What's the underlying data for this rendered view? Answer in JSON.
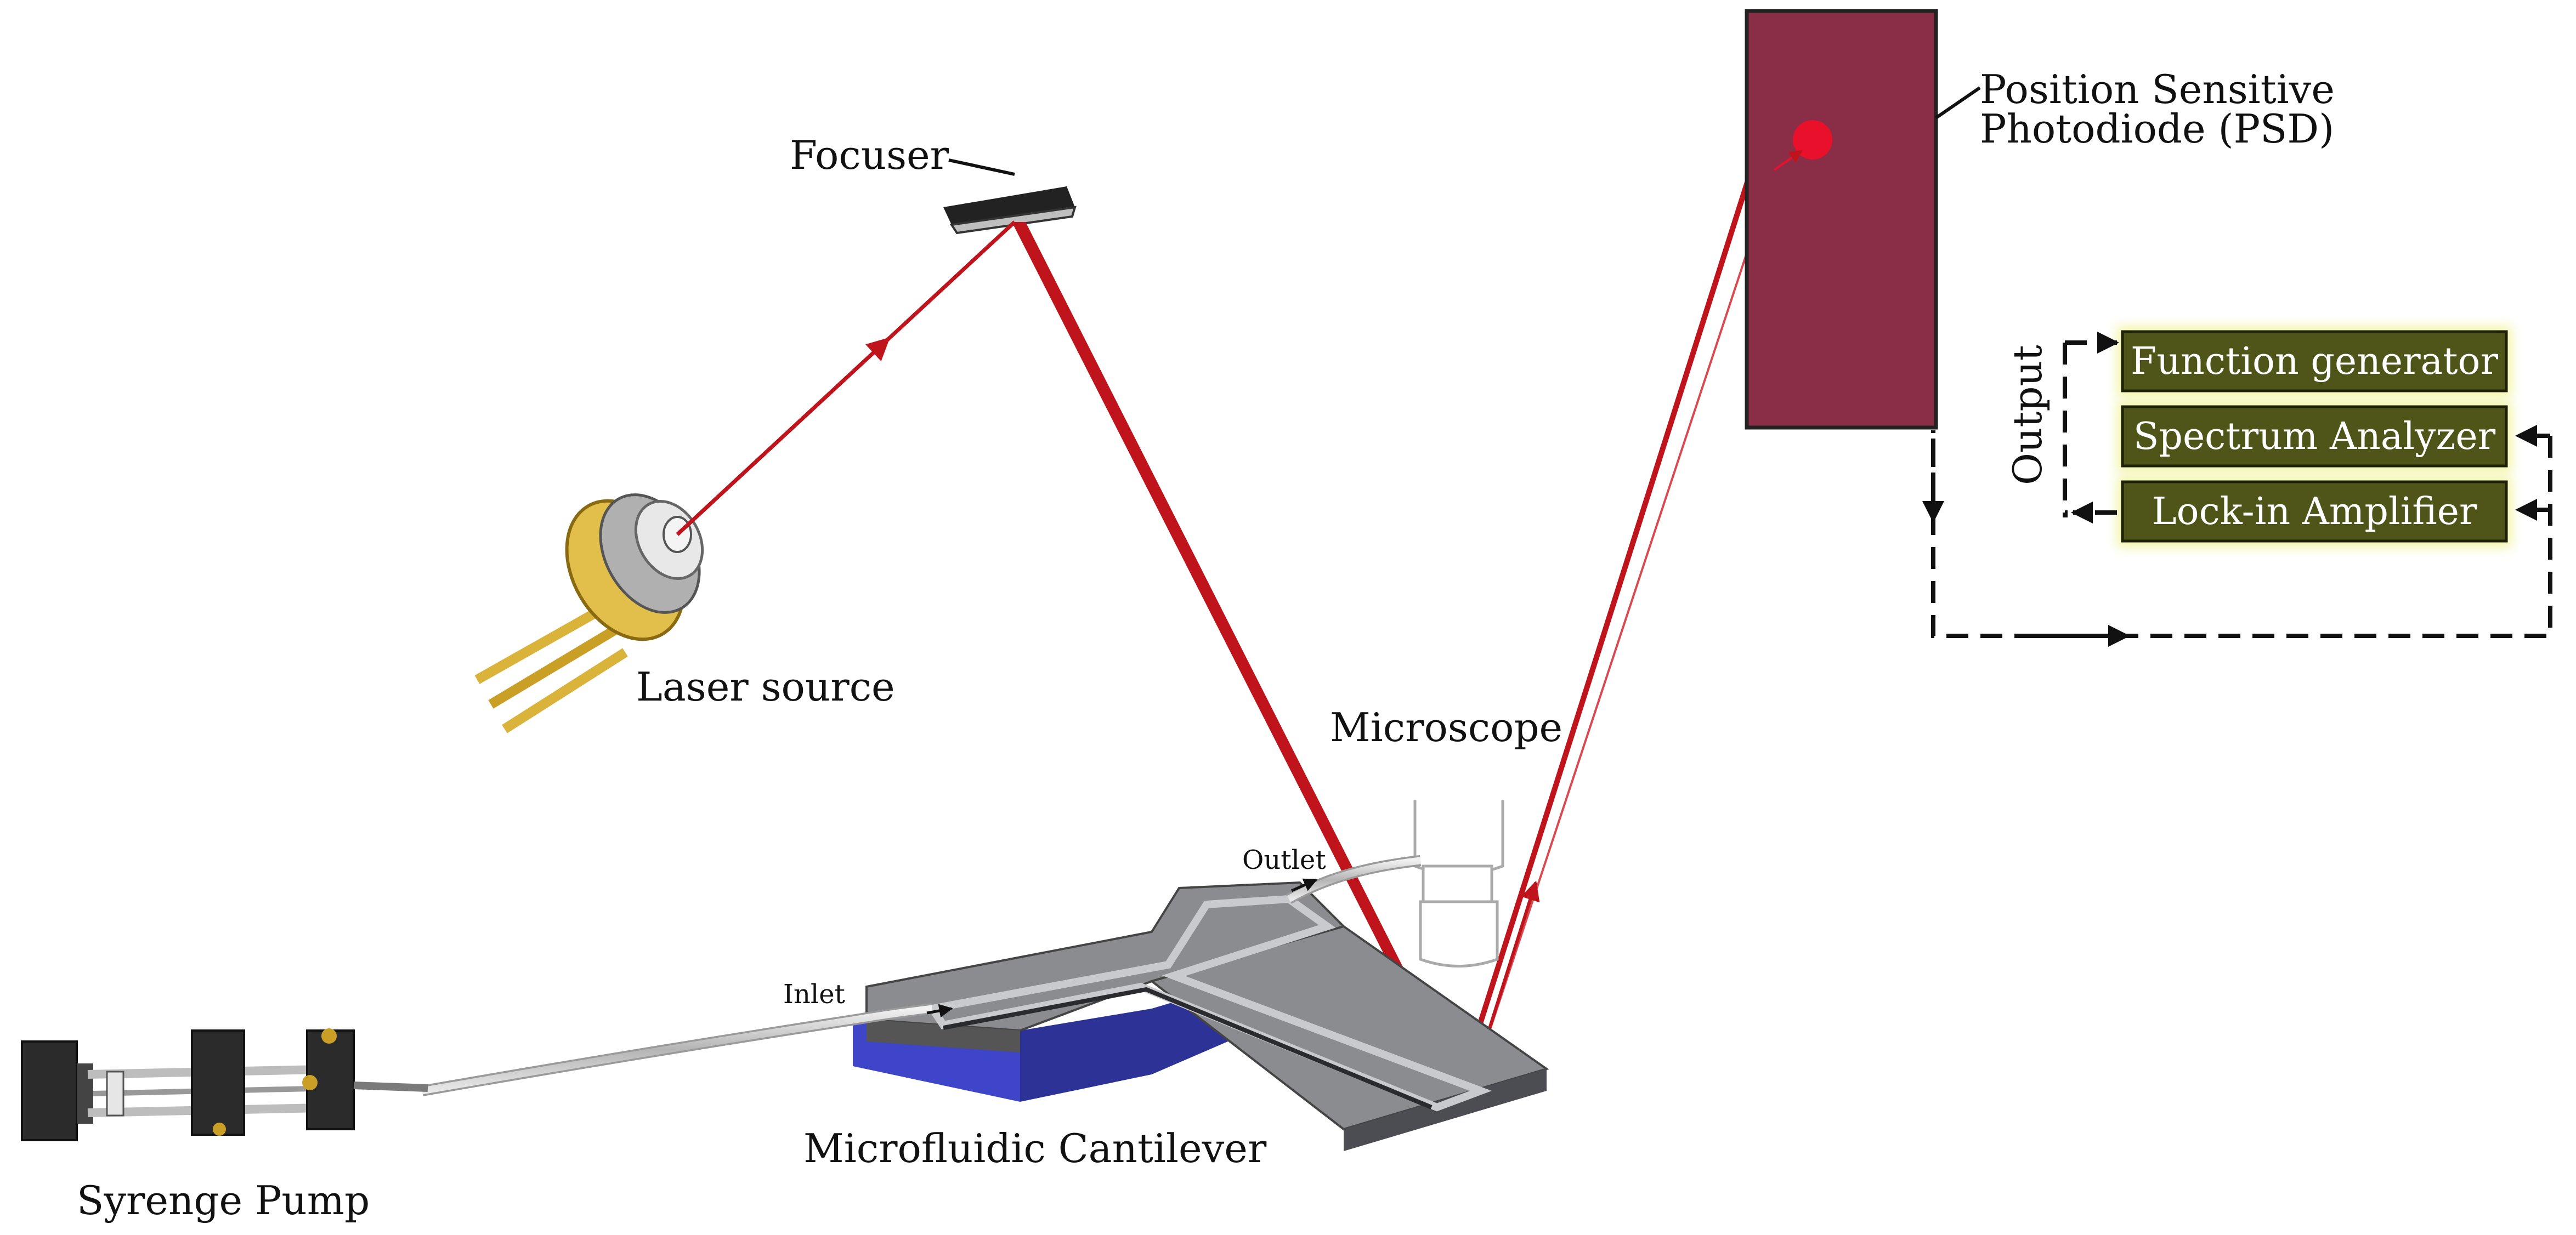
{
  "labels": {
    "focuser": "Focuser",
    "laser_source": "Laser source",
    "microscope": "Microscope",
    "psd_line1": "Position Sensitive",
    "psd_line2": "Photodiode (PSD)",
    "outlet": "Outlet",
    "inlet": "Inlet",
    "cantilever": "Microfluidic Cantilever",
    "pump": "Syrenge Pump",
    "output": "Output"
  },
  "instruments": [
    "Function generator",
    "Spectrum Analyzer",
    "Lock-in Amplifier"
  ],
  "colors": {
    "beam": "#c0141c",
    "psd_body": "#8a2e47",
    "psd_spot": "#e8102a",
    "instrument_box": "#4f5418",
    "instrument_glow": "#f2f5a8",
    "cantilever_top": "#7f8185",
    "cantilever_base": "#3f45c8",
    "laser_gold": "#d9b33a"
  }
}
